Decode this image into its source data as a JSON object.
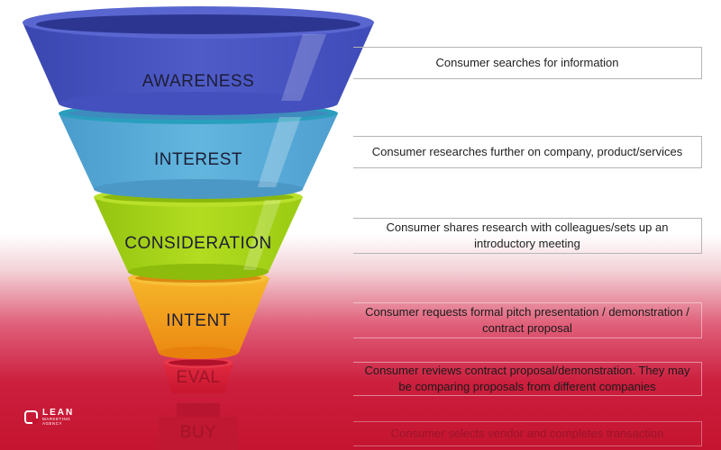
{
  "stages": [
    {
      "label": "AWARENESS",
      "description": "Consumer searches for information"
    },
    {
      "label": "INTEREST",
      "description": "Consumer researches further on company, product/services"
    },
    {
      "label": "CONSIDERATION",
      "description": "Consumer shares research with colleagues/sets up an introductory meeting"
    },
    {
      "label": "INTENT",
      "description": "Consumer requests formal pitch presentation / demonstration / contract proposal"
    },
    {
      "label": "EVAL",
      "description": "Consumer reviews contract proposal/demonstration. They may be comparing proposals from different companies"
    },
    {
      "label": "BUY",
      "description": "Consumer selects vendor and completes transaction"
    }
  ],
  "colors": {
    "awareness": "#4a55bf",
    "interest": "#56aed6",
    "consideration": "#a6d318",
    "intent": "#f2a217",
    "eval": "#d81f36",
    "buy": "#c71a35"
  },
  "logo": {
    "main": "LEAN",
    "sub": "MARKETING AGENCY"
  }
}
